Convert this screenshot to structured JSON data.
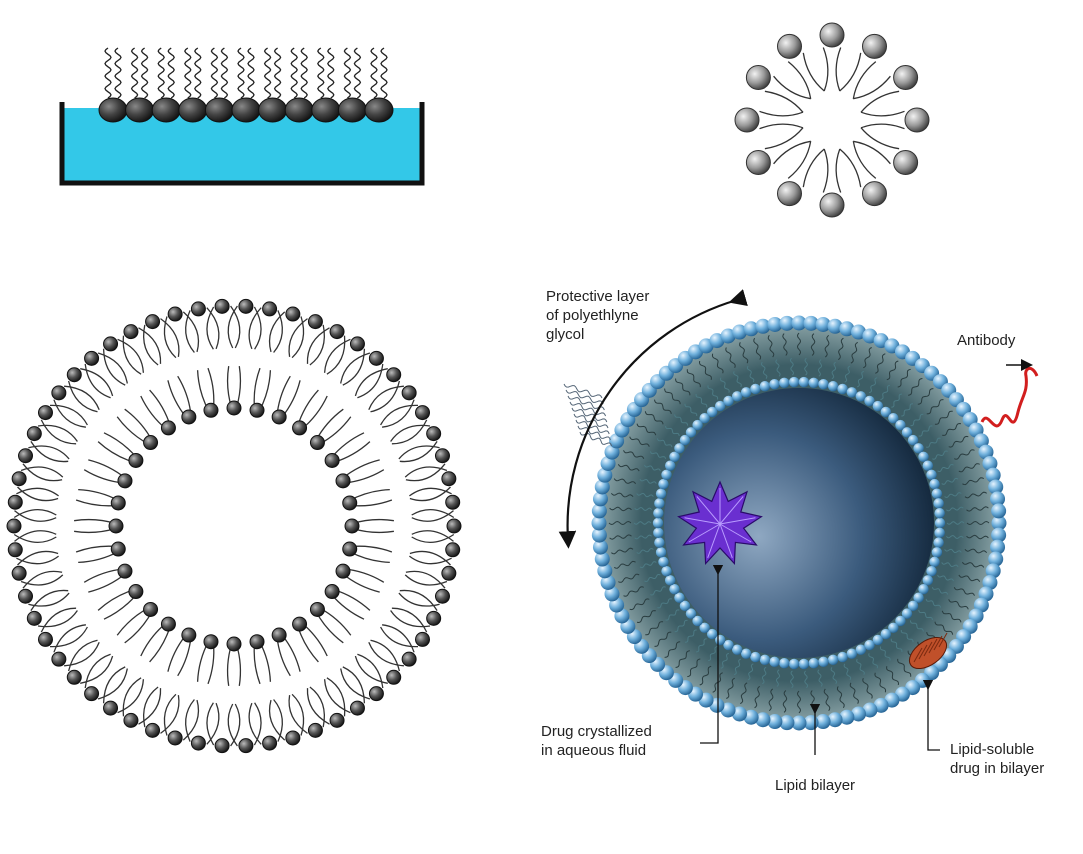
{
  "labels": {
    "peg_line1": "Protective layer",
    "peg_line2": "of polyethlyne",
    "peg_line3": "glycol",
    "antibody": "Antibody",
    "drug_line1": "Drug crystallized",
    "drug_line2": "in aqueous fluid",
    "bilayer": "Lipid bilayer",
    "lipid_soluble_line1": "Lipid-soluble",
    "lipid_soluble_line2": "drug in bilayer"
  },
  "colors": {
    "water": "#33c8e8",
    "lipid_head_dark": "#3a3a3a",
    "liposome_blue": "#4a8fc4",
    "liposome_core": "#1f3b55",
    "drug_purple": "#6a2fd0",
    "antibody_red": "#d21e1e",
    "lipid_drug": "#c0502a"
  }
}
